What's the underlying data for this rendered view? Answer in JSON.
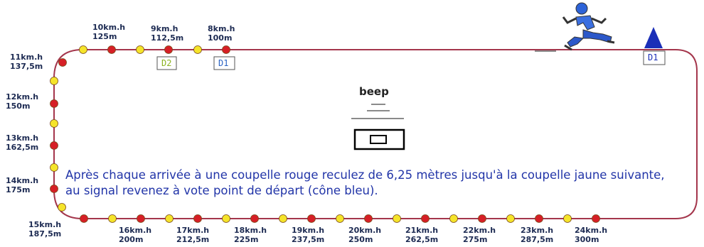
{
  "colors": {
    "track": "#a4364c",
    "red_marker": "#d61f26",
    "yellow_marker": "#f5e42a",
    "marker_stroke": "#7a4a1a",
    "cone": "#1b2fb8",
    "text_blue": "#2235a8",
    "label_dark": "#1c2a52"
  },
  "icons": {
    "runner": "runner-icon",
    "cone": "blue-cone-icon",
    "beep_box": "beep-box-icon"
  },
  "labels": {
    "top_9": {
      "speed": "9km.h",
      "dist": "112,5m"
    },
    "top_8": {
      "speed": "8km.h",
      "dist": "100m"
    },
    "top_10": {
      "speed": "10km.h",
      "dist": "125m"
    },
    "left_11": {
      "speed": "11km.h",
      "dist": "137,5m"
    },
    "left_12": {
      "speed": "12km.h",
      "dist": "150m"
    },
    "left_13": {
      "speed": "13km.h",
      "dist": "162,5m"
    },
    "left_14": {
      "speed": "14km.h",
      "dist": "175m"
    },
    "left_15": {
      "speed": "15km.h",
      "dist": "187,5m"
    },
    "bot_16": {
      "speed": "16km.h",
      "dist": "200m"
    },
    "bot_17": {
      "speed": "17km.h",
      "dist": "212,5m"
    },
    "bot_18": {
      "speed": "18km.h",
      "dist": "225m"
    },
    "bot_19": {
      "speed": "19km.h",
      "dist": "237,5m"
    },
    "bot_20": {
      "speed": "20km.h",
      "dist": "250m"
    },
    "bot_21": {
      "speed": "21km.h",
      "dist": "262,5m"
    },
    "bot_22": {
      "speed": "22km.h",
      "dist": "275m"
    },
    "bot_23": {
      "speed": "23km.h",
      "dist": "287,5m"
    },
    "bot_24": {
      "speed": "24km.h",
      "dist": "300m"
    }
  },
  "tags": {
    "d2": "D2",
    "d1": "D1",
    "d1_start": "D1"
  },
  "beep": "beep",
  "instruction": "Après chaque arrivée à une coupelle rouge reculez de 6,25 mètres jusqu'à la coupelle jaune suivante, au signal revenez à vote point de départ (cône bleu)."
}
